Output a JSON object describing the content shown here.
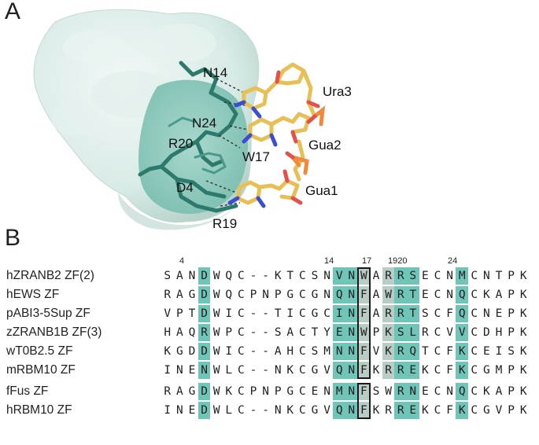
{
  "panels": {
    "a": "A",
    "b": "B"
  },
  "structure_labels": {
    "N14": "N14",
    "Ura3": "Ura3",
    "N24": "N24",
    "Gua2": "Gua2",
    "R20": "R20",
    "W17": "W17",
    "D4": "D4",
    "Gua1": "Gua1",
    "R19": "R19"
  },
  "colors": {
    "teal_highlight": "#6fc5b7",
    "gray_highlight": "#b9cdc4",
    "surface": "#dcece8",
    "ligand_carbon": "#f0c860"
  },
  "position_numbers": [
    "4",
    "14",
    "17",
    "1920",
    "24"
  ],
  "alignment_group1": [
    {
      "name": "hZRANB2 ZF(2)",
      "seq": "SANDWQC--KTCSNVNWARRSECNMCNTPK"
    },
    {
      "name": "hEWS ZF",
      "seq": "RAGDWQCPNPGCGNQNFAWRTECNQCKAPK"
    },
    {
      "name": "pABI3-5Sup ZF",
      "seq": "VPTDWIC--TICGCINFARRTSCFQCNEPK"
    },
    {
      "name": "zZRANB1B ZF(3)",
      "seq": "HAQRWPC--SACTYENWPKSLRCVVCDHPK"
    },
    {
      "name": "wT0B2.5 ZF",
      "seq": "KGDDWIC--AHCSMNNFVKRQTCFKCEISK"
    },
    {
      "name": "mRBM10 ZF",
      "seq": "INENWLC--NKCGVQNFKRREKCFKCGMPK"
    }
  ],
  "alignment_group2": [
    {
      "name": "fFus ZF",
      "seq": "RAGDWKCPNPGCENMNFSWRNECNQCKAPK"
    },
    {
      "name": "hRBM10 ZF",
      "seq": "INEDWLC--NKCGVQNFKRREKCFKCGVPK"
    }
  ]
}
